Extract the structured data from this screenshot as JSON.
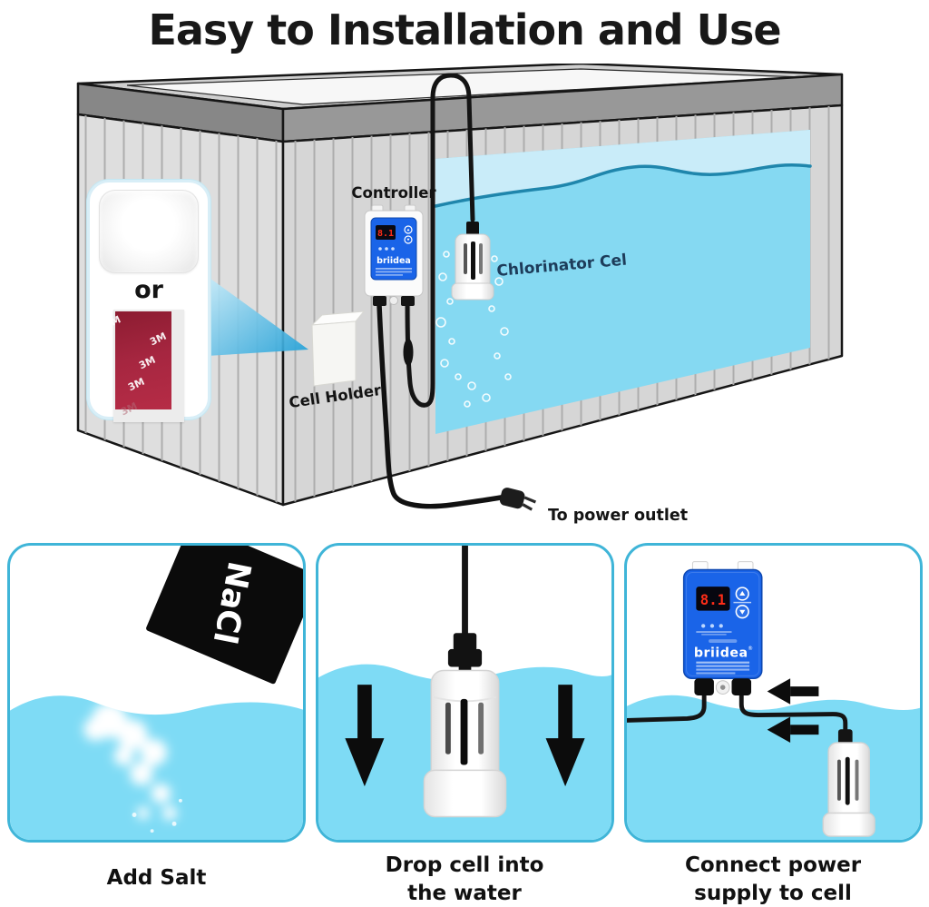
{
  "title": "Easy to Installation and Use",
  "palette": {
    "water": "#7edbf5",
    "water_light": "#c9ecf9",
    "wave_stroke": "#1f86ac",
    "panel_border": "#3fb5d8",
    "controller_blue": "#1a64e8",
    "display_red": "#ff2d18",
    "adhesive_red": "#a22540",
    "pointer_blue": "#2aa7dc",
    "wall_gray": "#d6d6d6",
    "rim_gray": "#8f8f8f"
  },
  "diagram": {
    "controller_label": "Controller",
    "chlorinator_cell_label": "Chlorinator Cel",
    "cell_holder_label": "Cell Holder",
    "power_outlet_label": "To power outlet",
    "or_label": "or",
    "adhesive_marks": [
      "M",
      "3M",
      "3M",
      "3M",
      "3M"
    ],
    "device": {
      "brand": "briidea",
      "brand_mark": "®",
      "display": "8.1"
    }
  },
  "steps": [
    {
      "caption": "Add Salt",
      "bag_label": "NaCl"
    },
    {
      "caption": "Drop cell into the water"
    },
    {
      "caption": "Connect power supply to cell"
    }
  ]
}
